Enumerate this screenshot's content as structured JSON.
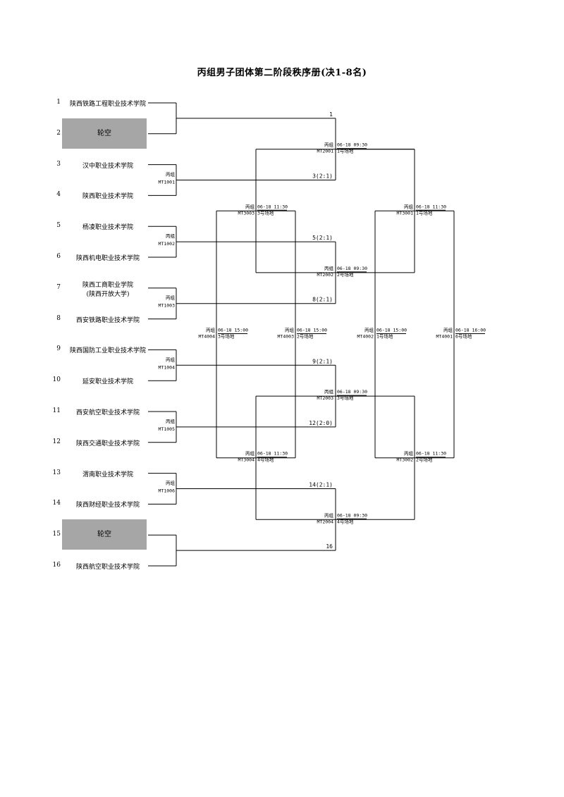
{
  "title": "丙组男子团体第二阶段秩序册(决1-8名)",
  "seeds": [
    {
      "num": "1",
      "name": "陕西铁路工程职业技术学院",
      "bye": false
    },
    {
      "num": "2",
      "name": "轮空",
      "bye": true
    },
    {
      "num": "3",
      "name": "汉中职业技术学院",
      "bye": false
    },
    {
      "num": "4",
      "name": "陕西职业技术学院",
      "bye": false
    },
    {
      "num": "5",
      "name": "杨凌职业技术学院",
      "bye": false
    },
    {
      "num": "6",
      "name": "陕西机电职业技术学院",
      "bye": false
    },
    {
      "num": "7",
      "name": "陕西工商职业学院",
      "name2": "(陕西开放大学)",
      "bye": false
    },
    {
      "num": "8",
      "name": "西安铁路职业技术学院",
      "bye": false
    },
    {
      "num": "9",
      "name": "陕西国防工业职业技术学院",
      "bye": false
    },
    {
      "num": "10",
      "name": "延安职业技术学院",
      "bye": false
    },
    {
      "num": "11",
      "name": "西安航空职业技术学院",
      "bye": false
    },
    {
      "num": "12",
      "name": "陕西交通职业技术学院",
      "bye": false
    },
    {
      "num": "13",
      "name": "渭南职业技术学院",
      "bye": false
    },
    {
      "num": "14",
      "name": "陕西财经职业技术学院",
      "bye": false
    },
    {
      "num": "15",
      "name": "轮空",
      "bye": true
    },
    {
      "num": "16",
      "name": "陕西航空职业技术学院",
      "bye": false
    }
  ],
  "r1_matches": [
    {
      "group": "",
      "code": "",
      "result": "1"
    },
    {
      "group": "丙组",
      "code": "MT1001",
      "result": "3(2:1)"
    },
    {
      "group": "丙组",
      "code": "MT1002",
      "result": "5(2:1)"
    },
    {
      "group": "丙组",
      "code": "MT1003",
      "result": "8(2:1)"
    },
    {
      "group": "丙组",
      "code": "MT1004",
      "result": "9(2:1)"
    },
    {
      "group": "丙组",
      "code": "MT1005",
      "result": "12(2:0)"
    },
    {
      "group": "丙组",
      "code": "MT1006",
      "result": "14(2:1)"
    },
    {
      "group": "",
      "code": "",
      "result": "16"
    }
  ],
  "r2_matches": [
    {
      "group": "丙组",
      "code": "MT2001",
      "time": "06-18 09:30",
      "venue": "1号场地"
    },
    {
      "group": "丙组",
      "code": "MT2002",
      "time": "06-18 09:30",
      "venue": "2号场地"
    },
    {
      "group": "丙组",
      "code": "MT2003",
      "time": "06-18 09:30",
      "venue": "3号场地"
    },
    {
      "group": "丙组",
      "code": "MT2004",
      "time": "06-18 09:30",
      "venue": "4号场地"
    }
  ],
  "r3_matches": [
    {
      "group": "丙组",
      "code": "MT3003",
      "time": "06-18 11:30",
      "venue": "3号场地"
    },
    {
      "group": "丙组",
      "code": "MT3004",
      "time": "06-18 11:30",
      "venue": "4号场地"
    },
    {
      "group": "丙组",
      "code": "MT3001",
      "time": "06-18 11:30",
      "venue": "1号场地"
    },
    {
      "group": "丙组",
      "code": "MT3002",
      "time": "06-18 11:30",
      "venue": "2号场地"
    }
  ],
  "r4_matches": [
    {
      "group": "丙组",
      "code": "MT4004",
      "time": "06-18 15:00",
      "venue": "3号场地"
    },
    {
      "group": "丙组",
      "code": "MT4003",
      "time": "06-18 15:00",
      "venue": "2号场地"
    },
    {
      "group": "丙组",
      "code": "MT4002",
      "time": "06-18 15:00",
      "venue": "1号场地"
    },
    {
      "group": "丙组",
      "code": "MT4001",
      "time": "06-18 16:00",
      "venue": "6号场地"
    }
  ]
}
